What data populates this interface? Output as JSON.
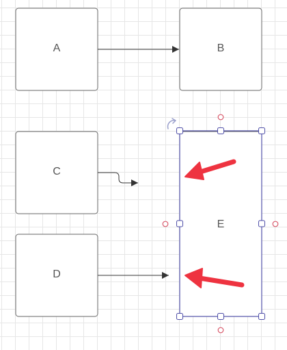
{
  "diagram": {
    "shapes": [
      {
        "id": "A",
        "label": "A"
      },
      {
        "id": "B",
        "label": "B"
      },
      {
        "id": "C",
        "label": "C"
      },
      {
        "id": "D",
        "label": "D"
      },
      {
        "id": "E",
        "label": "E",
        "selected": true
      }
    ],
    "connectors": [
      {
        "from": "A",
        "to": "B",
        "style": "straight"
      },
      {
        "from": "C",
        "to": null,
        "style": "elbow"
      },
      {
        "from": "D",
        "to": null,
        "style": "straight"
      }
    ],
    "annotations": [
      {
        "type": "red-arrow",
        "points_to": "E"
      },
      {
        "type": "red-arrow",
        "points_to": "E"
      }
    ]
  },
  "colors": {
    "shape_stroke": "#666666",
    "label": "#555555",
    "connector": "#333333",
    "selection": "#4f4fa8",
    "connection_point": "#d9596b",
    "rotate_handle": "#9aa0cc",
    "annotation_arrow": "#ee3340"
  },
  "icons": {
    "rotate": "rotate-icon",
    "annotation": "red-arrow-annotation"
  }
}
